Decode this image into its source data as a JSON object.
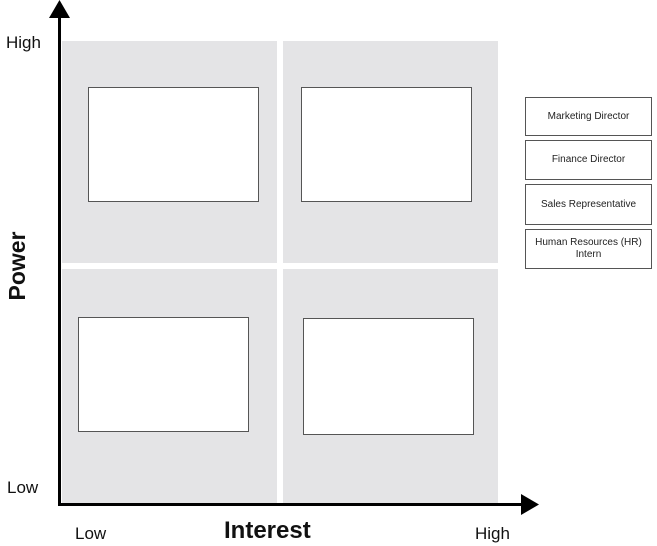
{
  "axes": {
    "y_title": "Power",
    "x_title": "Interest",
    "y_high": "High",
    "y_low": "Low",
    "x_low": "Low",
    "x_high": "High"
  },
  "stakeholders": [
    "Marketing Director",
    "Finance Director",
    "Sales Representative",
    "Human Resources (HR) Intern"
  ],
  "colors": {
    "quadrant": "#e4e4e6",
    "axis": "#000000",
    "box_border": "#555555"
  }
}
